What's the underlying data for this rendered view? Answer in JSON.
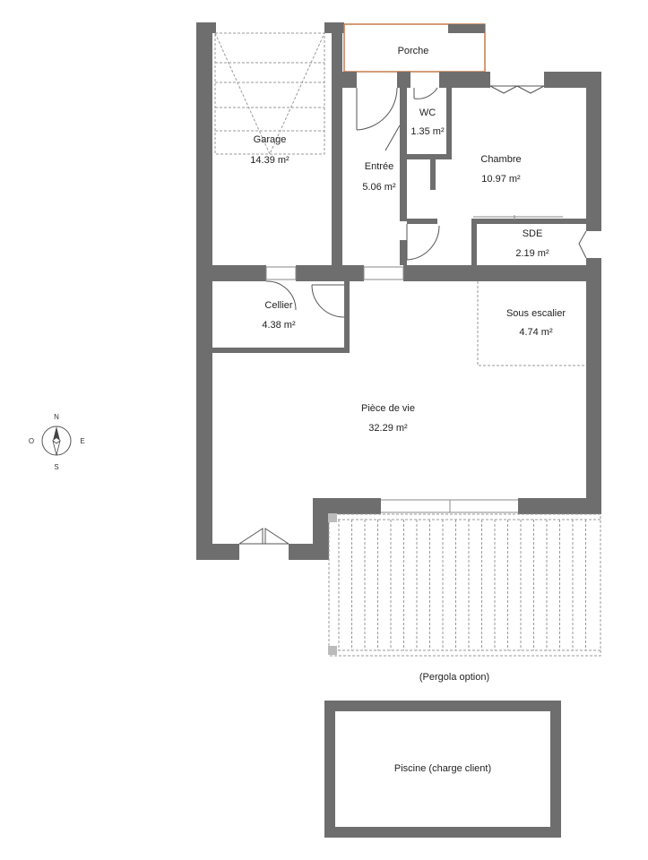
{
  "rooms": {
    "porche": {
      "name": "Porche",
      "area": ""
    },
    "garage": {
      "name": "Garage",
      "area": "14.39 m²"
    },
    "wc": {
      "name": "WC",
      "area": "1.35 m²"
    },
    "chambre": {
      "name": "Chambre",
      "area": "10.97 m²"
    },
    "entree": {
      "name": "Entrée",
      "area": "5.06 m²"
    },
    "sde": {
      "name": "SDE",
      "area": "2.19 m²"
    },
    "cellier": {
      "name": "Cellier",
      "area": "4.38 m²"
    },
    "sous_escalier": {
      "name": "Sous escalier",
      "area": "4.74 m²"
    },
    "piece_de_vie": {
      "name": "Pièce de vie",
      "area": "32.29 m²"
    }
  },
  "pergola_label": "(Pergola option)",
  "piscine_label": "Piscine (charge client)",
  "compass": {
    "north": "N",
    "south": "S",
    "east": "E",
    "west": "O"
  },
  "colors": {
    "wall": "#6e6e6e",
    "porch_outline": "#c87a4a",
    "background": "#ffffff"
  }
}
